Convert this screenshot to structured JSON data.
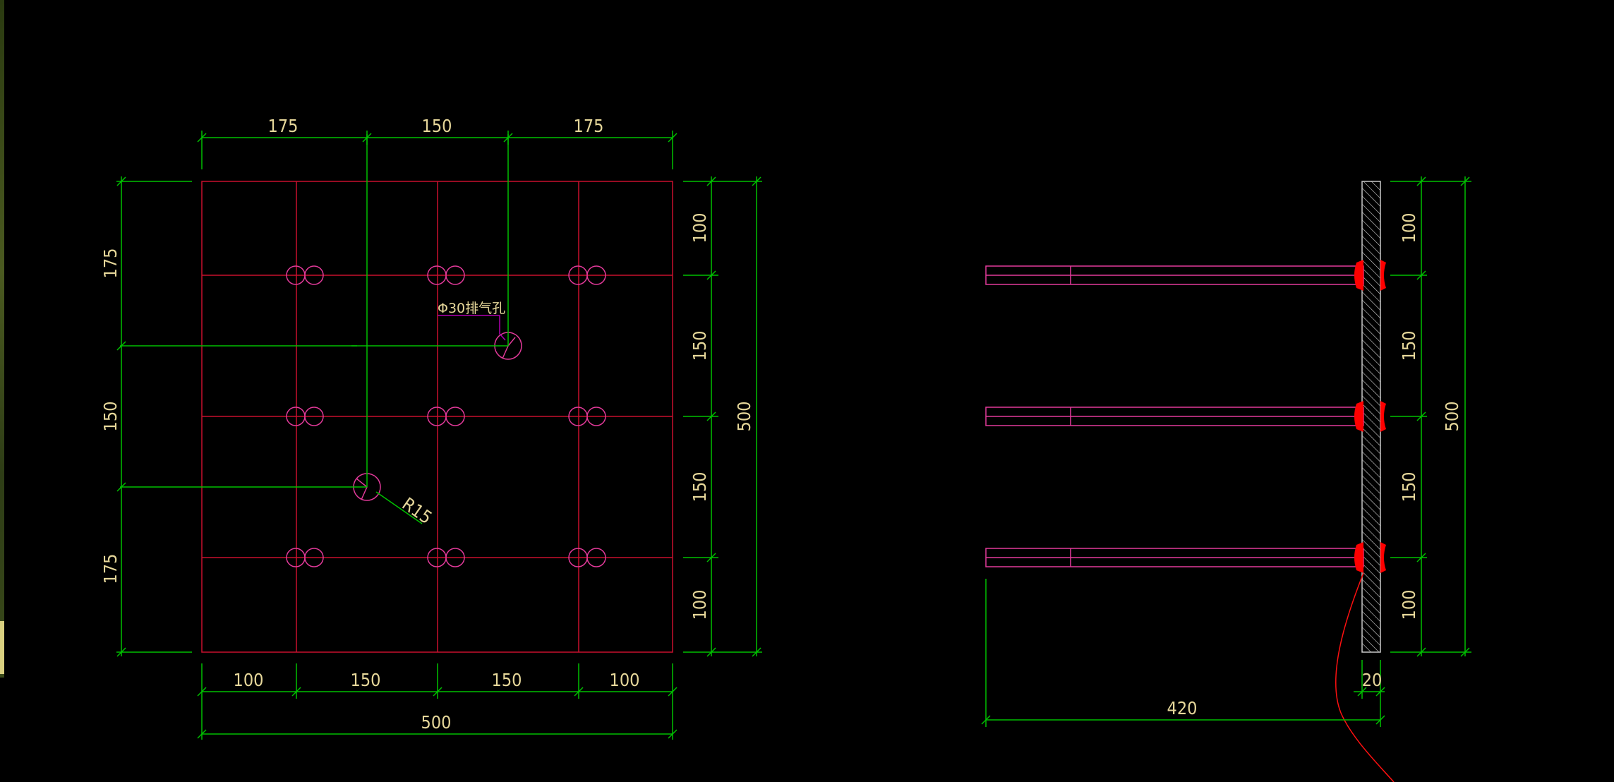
{
  "plan": {
    "top_dims": [
      "175",
      "150",
      "175"
    ],
    "bottom_dims": [
      "100",
      "150",
      "150",
      "100"
    ],
    "bottom_total": "500",
    "left_dims": [
      "175",
      "150",
      "175"
    ],
    "right_dims": [
      "100",
      "150",
      "150",
      "100"
    ],
    "right_total": "500",
    "hole_note": "Φ30排气孔",
    "radius_note": "R15"
  },
  "section": {
    "right_dims": [
      "100",
      "150",
      "150",
      "100"
    ],
    "right_total": "500",
    "length_dim": "420",
    "plate_thickness_dim": "20"
  },
  "colors": {
    "background": "#000000",
    "dimension_lines": "#00c000",
    "plate_outline": "#c8102e",
    "bolt_circles": "#e23a9a",
    "dimension_text": "#e6d79a",
    "weld": "#ff0000"
  }
}
